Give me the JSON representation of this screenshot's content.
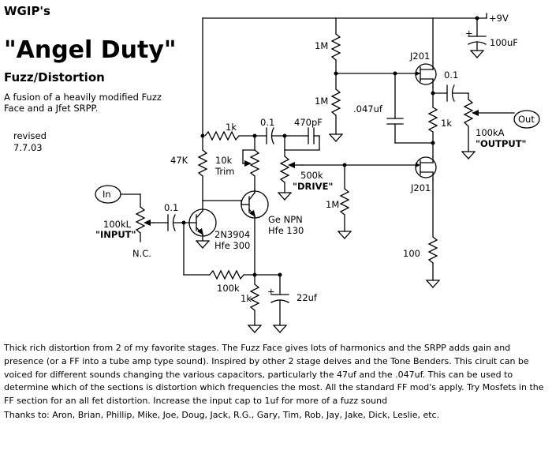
{
  "header": {
    "author": "WGIP's",
    "title": "\"Angel Duty\"",
    "subtitle": "Fuzz/Distortion",
    "blurb_line1": "A fusion of a heavily modified Fuzz",
    "blurb_line2": "Face and a Jfet SRPP.",
    "revised_label": "revised",
    "revised_date": "7.7.03"
  },
  "labels": {
    "supply": "+9V",
    "c_supply": "100uF",
    "r_top": "1M",
    "r_bias": "1M",
    "c_047": ".047uf",
    "jfet_top": "J201",
    "jfet_bot": "J201",
    "c_out": "0.1",
    "r_srpp": "1k",
    "pot_out": "100kA",
    "pot_out_name": "\"OUTPUT\"",
    "out_jack": "Out",
    "r_source": "100",
    "r_gate": "1M",
    "r_1k_top": "1k",
    "c_01_mid": "0.1",
    "c_470": "470pF",
    "r_47k": "47K",
    "trim_val": "10k",
    "trim_name": "Trim",
    "pot_drive": "500k",
    "pot_drive_name": "\"DRIVE\"",
    "q2_type": "Ge NPN",
    "q2_hfe": "Hfe 130",
    "q1_type": "2N3904",
    "q1_hfe": "Hfe 300",
    "in_jack": "In",
    "pot_in": "100kL",
    "pot_in_name": "\"INPUT\"",
    "nc": "N.C.",
    "c_in": "0.1",
    "r_fb": "100k",
    "r_emit": "1k",
    "c_emit": "22uf"
  },
  "description": {
    "body": "Thick rich distortion from 2 of my favorite stages.  The Fuzz Face gives lots of harmonics and the SRPP adds gain and presence (or a FF into a tube amp type sound).  Inspired by other 2 stage deives and the Tone Benders. This ciruit can be voiced for different sounds changing the various capacitors, particularly the 47uf and the .047uf.  This can be used to determine which of the sections is distortion which frequencies the most.  All the standard FF mod's apply.  Try Mosfets in the FF section for an all fet distortion.  Increase the input cap to 1uf for more of a fuzz sound",
    "thanks": "Thanks to: Aron, Brian, Phillip, Mike, Joe, Doug, Jack, R.G., Gary, Tim, Rob, Jay, Jake, Dick, Leslie, etc."
  }
}
